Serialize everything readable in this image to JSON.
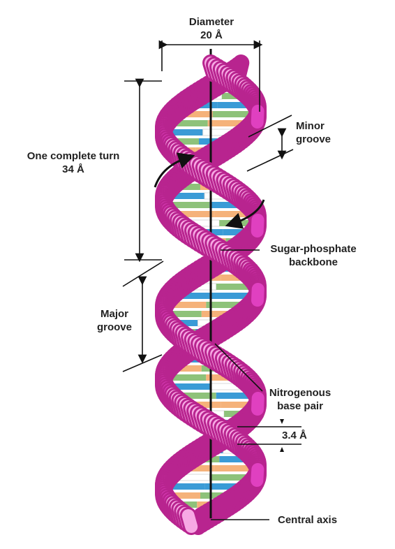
{
  "labels": {
    "diameter": {
      "line1": "Diameter",
      "line2": "20 Å"
    },
    "turn": {
      "line1": "One complete turn",
      "line2": "34 Å"
    },
    "minor_groove": {
      "line1": "Minor",
      "line2": "groove"
    },
    "backbone": {
      "line1": "Sugar-phosphate",
      "line2": "backbone"
    },
    "major_groove": {
      "line1": "Major",
      "line2": "groove"
    },
    "base_pair": {
      "line1": "Nitrogenous",
      "line2": "base pair"
    },
    "rise": "3.4 Å",
    "axis": "Central axis"
  },
  "colors": {
    "backbone": "#e040c0",
    "backbone_light": "#f7a8e4",
    "backbone_dark": "#b8248f",
    "base_blue": "#3a9bd6",
    "base_green": "#8ec27a",
    "base_orange": "#f5b27a",
    "base_white": "#ffffff",
    "ink": "#111111"
  }
}
